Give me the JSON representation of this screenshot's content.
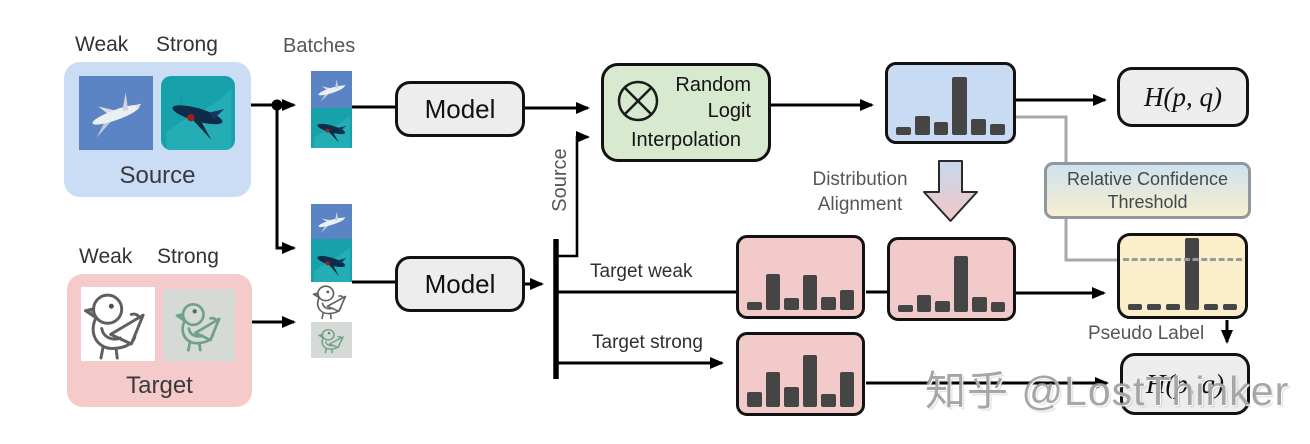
{
  "diagram": {
    "source_panel": {
      "weak": "Weak",
      "strong": "Strong",
      "caption": "Source"
    },
    "target_panel": {
      "weak": "Weak",
      "strong": "Strong",
      "caption": "Target"
    },
    "batches_label": "Batches",
    "model_top": "Model",
    "model_bottom": "Model",
    "rli_box": {
      "line1": "Random",
      "line2": "Logit",
      "line3": "Interpolation",
      "icon": "circle-times"
    },
    "source_branch_label": "Source",
    "target_weak_label": "Target weak",
    "target_strong_label": "Target strong",
    "distribution_alignment": {
      "line1": "Distribution",
      "line2": "Alignment"
    },
    "rct_box": {
      "line1": "Relative Confidence",
      "line2": "Threshold"
    },
    "pseudo_label": "Pseudo Label",
    "h_loss_top": "H(p, q)",
    "h_loss_bottom": "H(p, q)",
    "watermark": "知乎 @LostThinker"
  },
  "chart_data": [
    {
      "type": "bar",
      "name": "source-logits",
      "values": [
        0.14,
        0.32,
        0.22,
        1.0,
        0.28,
        0.19
      ],
      "box_color": "#c9daf3"
    },
    {
      "type": "bar",
      "name": "target-weak-logits",
      "values": [
        0.23,
        1.0,
        0.33,
        0.97,
        0.37,
        0.56
      ],
      "box_color": "#f3caca"
    },
    {
      "type": "bar",
      "name": "target-weak-aligned",
      "values": [
        0.12,
        0.3,
        0.2,
        1.0,
        0.26,
        0.17
      ],
      "box_color": "#f3caca"
    },
    {
      "type": "bar",
      "name": "target-strong-logits",
      "values": [
        0.28,
        0.68,
        0.38,
        1.0,
        0.25,
        0.68
      ],
      "box_color": "#f3caca"
    },
    {
      "type": "bar",
      "name": "pseudo-label-dist",
      "values": [
        0.08,
        0.08,
        0.08,
        1.0,
        0.08,
        0.08
      ],
      "box_color": "#faeecb"
    }
  ],
  "colors": {
    "source_box": "#cbdcf5",
    "target_box": "#f5caca",
    "model_fill": "#ededed",
    "rli_fill": "#d7e9cf",
    "hist_blue": "#c9daf3",
    "hist_pink": "#f3caca",
    "hist_yellow": "#faeecb",
    "bar": "#454545",
    "gray_line": "#a8a8a8",
    "rct_border": "#8e989e",
    "rct_top": "#cfe2ee",
    "rct_bottom": "#f6eecf",
    "watermark": "#9b9b9b"
  }
}
